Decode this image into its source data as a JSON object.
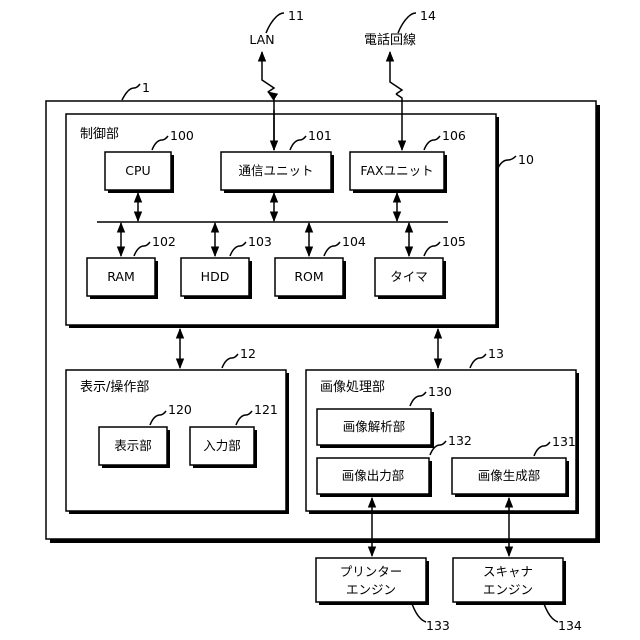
{
  "external": {
    "lan": "LAN",
    "lan_ref": "11",
    "phone_line": "電話回線",
    "phone_ref": "14"
  },
  "device": {
    "ref": "1",
    "main_board_ref": "10"
  },
  "control": {
    "title": "制御部",
    "cpu": {
      "label": "CPU",
      "ref": "100"
    },
    "comm": {
      "label": "通信ユニット",
      "ref": "101"
    },
    "fax": {
      "label": "FAXユニット",
      "ref": "106"
    },
    "ram": {
      "label": "RAM",
      "ref": "102"
    },
    "hdd": {
      "label": "HDD",
      "ref": "103"
    },
    "rom": {
      "label": "ROM",
      "ref": "104"
    },
    "timer": {
      "label": "タイマ",
      "ref": "105"
    }
  },
  "display_operation": {
    "title": "表示/操作部",
    "ref": "12",
    "display": {
      "label": "表示部",
      "ref": "120"
    },
    "input": {
      "label": "入力部",
      "ref": "121"
    }
  },
  "image_processing": {
    "title": "画像処理部",
    "ref": "13",
    "analysis": {
      "label": "画像解析部",
      "ref": "130"
    },
    "output": {
      "label": "画像出力部",
      "ref": "132"
    },
    "generation": {
      "label": "画像生成部",
      "ref": "131"
    }
  },
  "printer_engine": {
    "line1": "プリンター",
    "line2": "エンジン",
    "ref": "133"
  },
  "scanner_engine": {
    "line1": "スキャナ",
    "line2": "エンジン",
    "ref": "134"
  }
}
